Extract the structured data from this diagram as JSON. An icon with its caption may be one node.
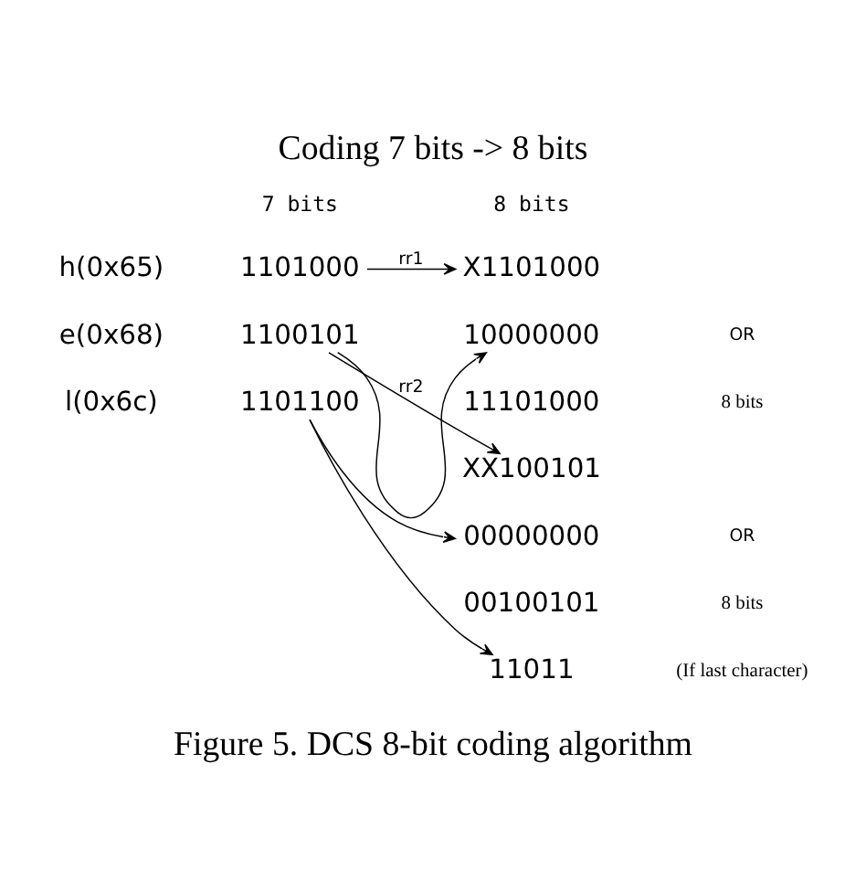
{
  "diagram": {
    "title": "Coding 7 bits -> 8 bits",
    "caption": "Figure 5. DCS 8-bit coding algorithm",
    "nodes": [
      {
        "text": [
          "1101000"
        ]
      },
      {
        "text": [
          "X1101000"
        ]
      },
      {
        "text": [
          "10000000"
        ]
      },
      {
        "text": [
          "11101000"
        ]
      },
      {
        "text": [
          "1100101"
        ]
      },
      {
        "text": [
          "XX100101"
        ]
      },
      {
        "text": [
          "00000000"
        ]
      },
      {
        "text": [
          "00100101"
        ]
      },
      {
        "text": [
          "1101100"
        ]
      },
      {
        "text": [
          "11011"
        ]
      }
    ],
    "edges": [
      {
        "from": 0,
        "to": 1,
        "arrow": "to",
        "label": "rr1"
      },
      {
        "from": 4,
        "to": 2,
        "arrow": "to"
      },
      {
        "from": 4,
        "to": 5,
        "arrow": "to",
        "label": "rr2"
      },
      {
        "from": 8,
        "to": 6,
        "arrow": "to"
      },
      {
        "from": 8,
        "to": 9,
        "arrow": "to"
      }
    ],
    "labels": [
      "7 bits",
      "8 bits",
      "h(0x65)",
      "OR",
      "8 bits",
      "e(0x68)",
      "OR",
      "8 bits",
      "l(0x6c)",
      "(If last character)"
    ]
  }
}
